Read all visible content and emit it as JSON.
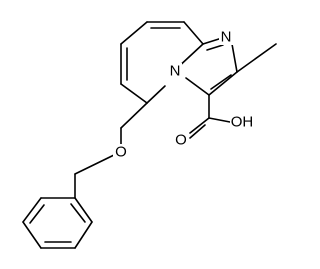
{
  "molecule": {
    "atoms": {
      "ring_nitrogen_top": "N",
      "ring_nitrogen_bridge": "N",
      "ether_oxygen": "O",
      "carbonyl_oxygen": "O",
      "hydroxyl_group": "OH"
    },
    "colors": {
      "bond": "#000000",
      "label": "#000000",
      "background": "#ffffff"
    }
  }
}
